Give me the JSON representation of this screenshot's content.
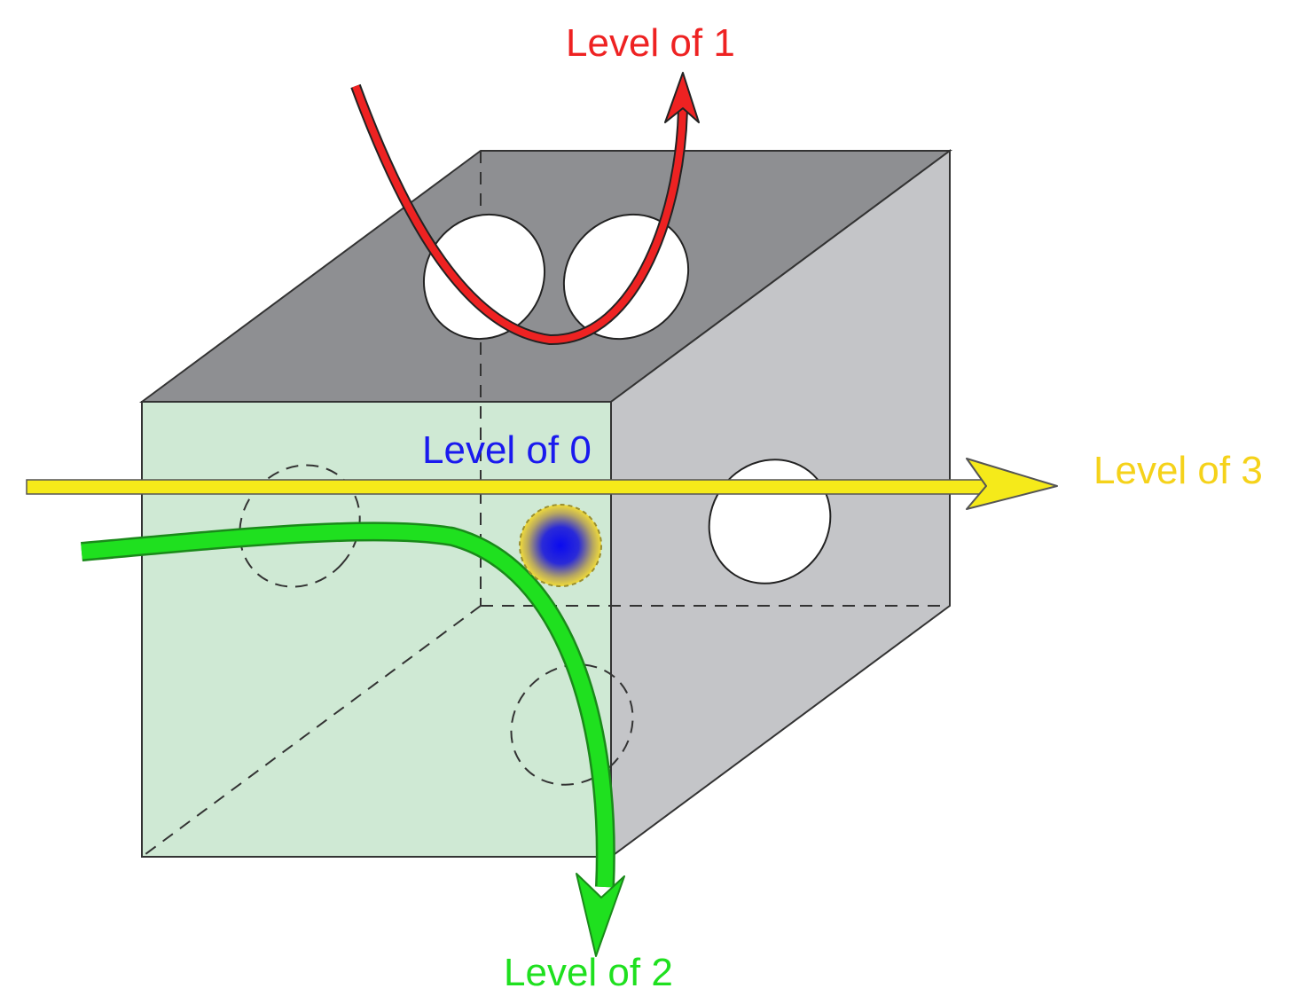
{
  "labels": {
    "level0": "Level of 0",
    "level1": "Level of 1",
    "level2": "Level of 2",
    "level3": "Level of 3"
  },
  "colors": {
    "level0": "#1a1aee",
    "level1": "#ee2222",
    "level2": "#1fe01f",
    "level3": "#f5d21a",
    "front_face": "#cfe9d4",
    "top_face": "#8e8f92",
    "side_face": "#c4c5c8",
    "hole": "#ffffff",
    "edge": "#333333"
  }
}
